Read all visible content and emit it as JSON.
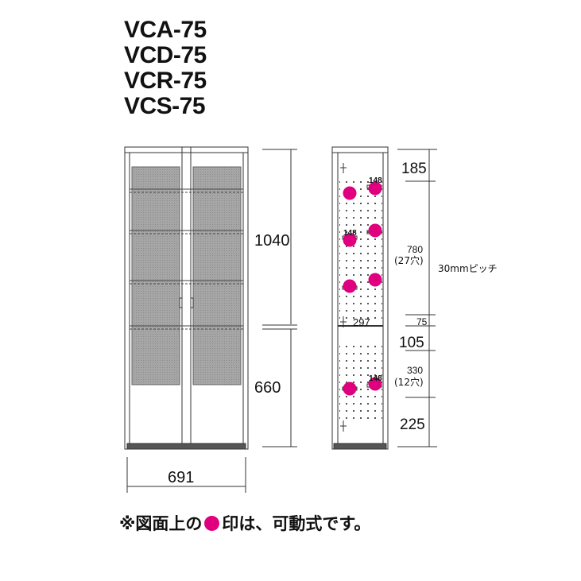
{
  "models": [
    "VCA-75",
    "VCD-75",
    "VCR-75",
    "VCS-75"
  ],
  "front_dimensions": {
    "upper_height": "1040",
    "lower_height": "660",
    "width": "691"
  },
  "side_dimensions": {
    "top": "185",
    "upper_shelf_range": "780",
    "upper_shelf_holes": "(27穴)",
    "pitch": "30mmピッチ",
    "gap_75": "75",
    "middle": "105",
    "lower_shelf_range": "330",
    "lower_shelf_holes": "(12穴)",
    "bottom": "225",
    "depth": "297",
    "shelf_depth_1": "148",
    "shelf_depth_2": "148",
    "shelf_depth_3": "148"
  },
  "note": {
    "prefix": "※図面上の",
    "suffix": "印は、可動式です。"
  },
  "colors": {
    "movable_marker": "#e0007f",
    "line": "#333333",
    "glass": "#9e9e9e"
  }
}
